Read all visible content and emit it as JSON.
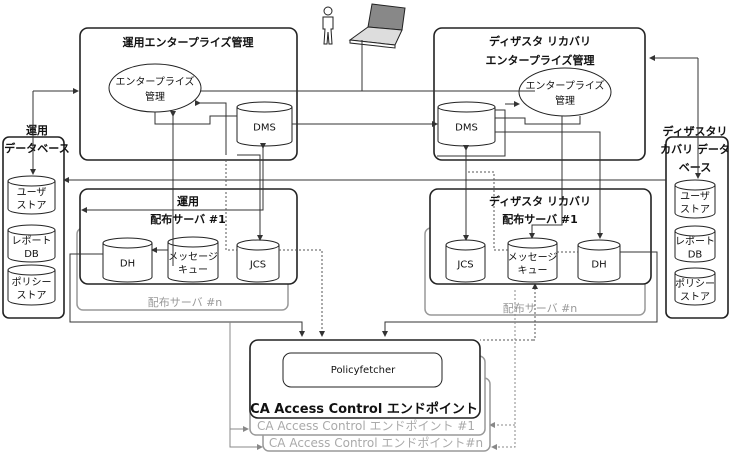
{
  "operations_em": {
    "title": "運用エンタープライズ管理",
    "ellipse_line1": "エンタープライズ",
    "ellipse_line2": "管理",
    "dms": "DMS"
  },
  "dr_em": {
    "title_line1": "ディザスタ リカバリ",
    "title_line2": "エンタープライズ管理",
    "ellipse_line1": "エンタープライズ",
    "ellipse_line2": "管理",
    "dms": "DMS"
  },
  "operations_db": {
    "title_line1": "運用",
    "title_line2": "データベース",
    "user_store": [
      "ユーザ",
      "ストア"
    ],
    "report_db": [
      "レポート",
      "DB"
    ],
    "policy_store": [
      "ポリシー",
      "ストア"
    ]
  },
  "dr_db": {
    "title_line1": "ディザスタリ",
    "title_line2": "カバリ データ",
    "title_line3": "ベース",
    "user_store": [
      "ユーザ",
      "ストア"
    ],
    "report_db": [
      "レポート",
      "DB"
    ],
    "policy_store": [
      "ポリシー",
      "ストア"
    ]
  },
  "operations_ds": {
    "title_line1": "運用",
    "title_line2": "配布サーバ #1",
    "dh": "DH",
    "mq": [
      "メッセージ",
      "キュー"
    ],
    "jcs": "JCS",
    "n_label": "配布サーバ #n"
  },
  "dr_ds": {
    "title_line1": "ディザスタ リカバリ",
    "title_line2": "配布サーバ #1",
    "jcs": "JCS",
    "mq": [
      "メッセージ",
      "キュー"
    ],
    "dh": "DH",
    "n_label": "配布サーバ #n"
  },
  "endpoint": {
    "policyfetcher": "Policyfetcher",
    "title": "CA Access Control エンドポイント",
    "title_1": "CA Access Control エンドポイント #1",
    "title_n": "CA Access Control エンドポイント#n"
  },
  "icons": [
    "user-icon",
    "laptop-icon",
    "database-cylinder-icon"
  ]
}
